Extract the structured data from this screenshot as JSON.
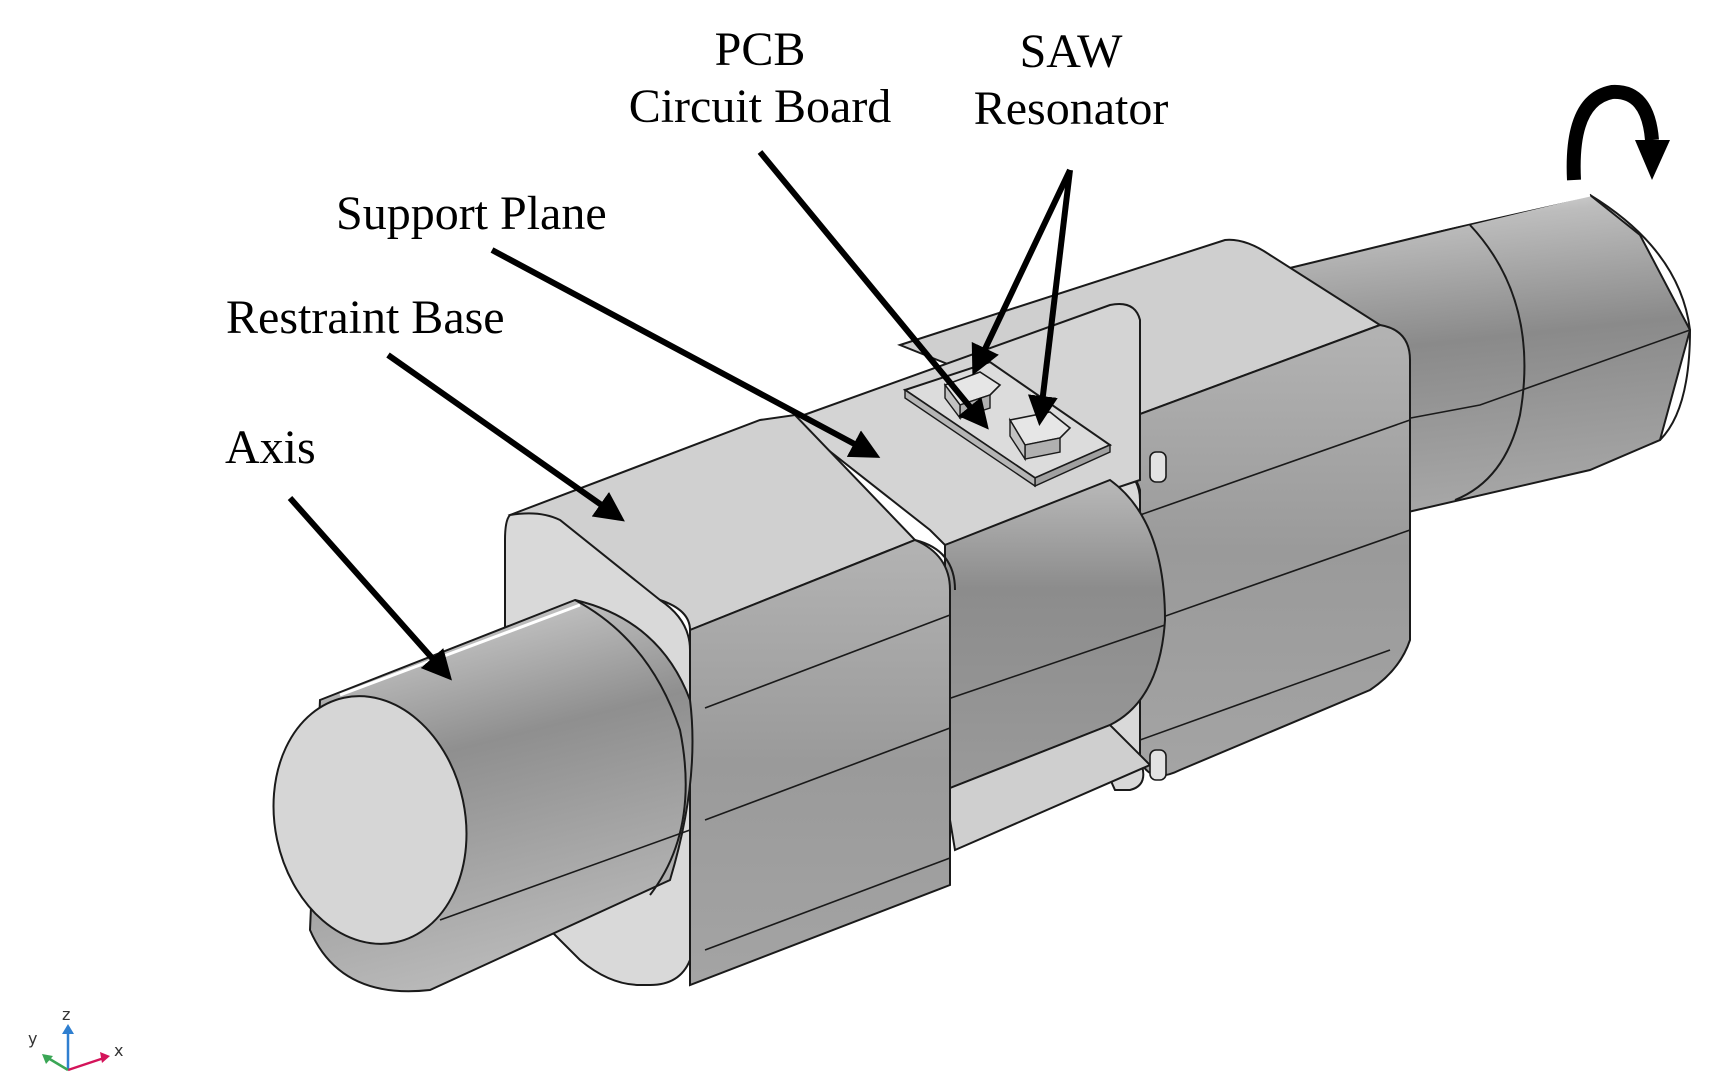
{
  "labels": {
    "pcb": [
      "PCB",
      "Circuit Board"
    ],
    "saw": [
      "SAW",
      "Resonator"
    ],
    "support_plane": "Support Plane",
    "restraint_base": "Restraint Base",
    "axis": "Axis"
  },
  "axes_triad": {
    "x": "x",
    "y": "y",
    "z": "z"
  },
  "colors": {
    "shaft_dark": "#8a8a8a",
    "shaft_light": "#c4c4c4",
    "face_light": "#d9d9d9",
    "edge": "#1a1a1a",
    "arrow": "#000000",
    "triad_x": "#d4145a",
    "triad_y": "#3aa655",
    "triad_z": "#2f7fd0"
  },
  "icons": {
    "rotation": "curved-rotation-arrow-icon",
    "triad": "xyz-axes-triad-icon"
  }
}
